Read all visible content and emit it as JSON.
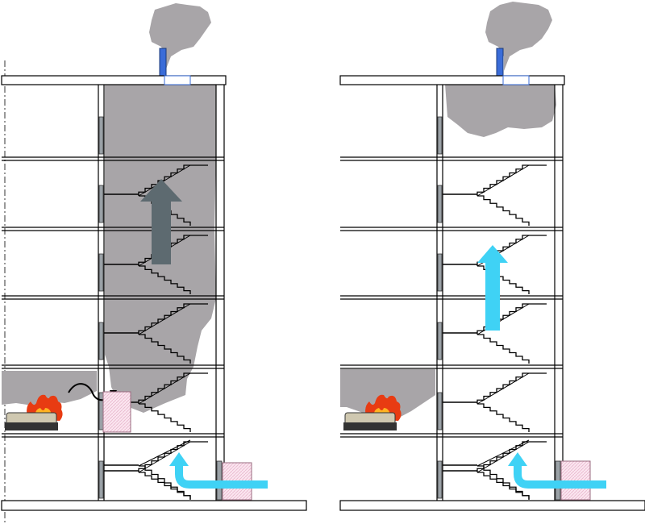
{
  "diagram": {
    "panels": [
      {
        "name": "without-pressurization",
        "smoke_fills_stairwell": true,
        "airflow_label": "",
        "colors": {
          "smoke": "#a8a5a8",
          "arrow": "#5d6a70",
          "air": "#3fd2f5"
        }
      },
      {
        "name": "with-pressurization",
        "smoke_fills_stairwell": false,
        "airflow_label": "",
        "colors": {
          "smoke": "#a8a5a8",
          "arrow": "#3fd2f5",
          "air": "#3fd2f5"
        }
      }
    ],
    "floors": 7,
    "legend": []
  }
}
